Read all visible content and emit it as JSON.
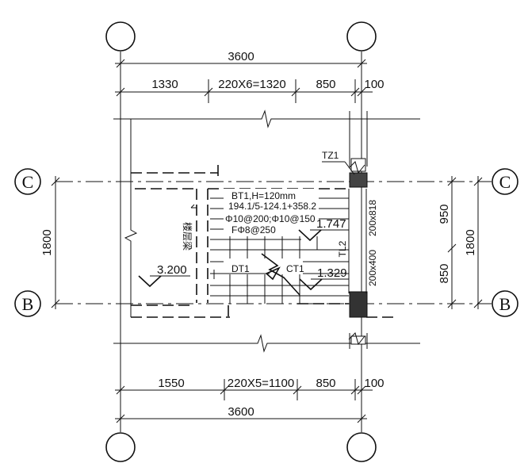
{
  "axes": {
    "c_left": "C",
    "c_right": "C",
    "b_left": "B",
    "b_right": "B"
  },
  "dimensions": {
    "top_total": "3600",
    "top_seg1": "1330",
    "top_seg2": "220X6=1320",
    "top_seg3": "850",
    "top_seg4": "100",
    "bottom_total": "3600",
    "bottom_seg1": "1550",
    "bottom_seg2": "220X5=1100",
    "bottom_seg3": "850",
    "bottom_seg4": "100",
    "left_total": "1800",
    "right_total": "1800",
    "right_upper": "950",
    "right_lower": "850"
  },
  "labels": {
    "tz1": "TZ1",
    "bt1_h": "BT1,H=120mm",
    "bt1_bars": "194.1/5-124.1+358.2",
    "bt1_rebar": "Φ10@200;Φ10@150",
    "bt1_f": "FΦ8@250",
    "tl2": "TL2",
    "beam1_size": "200x818",
    "beam2_size": "200x400",
    "dt1": "DT1",
    "ct1": "CT1",
    "side_note": "楼层梁"
  },
  "levels": {
    "left": "3.200",
    "upper_right": "1.747",
    "lower_right": "1.329"
  }
}
